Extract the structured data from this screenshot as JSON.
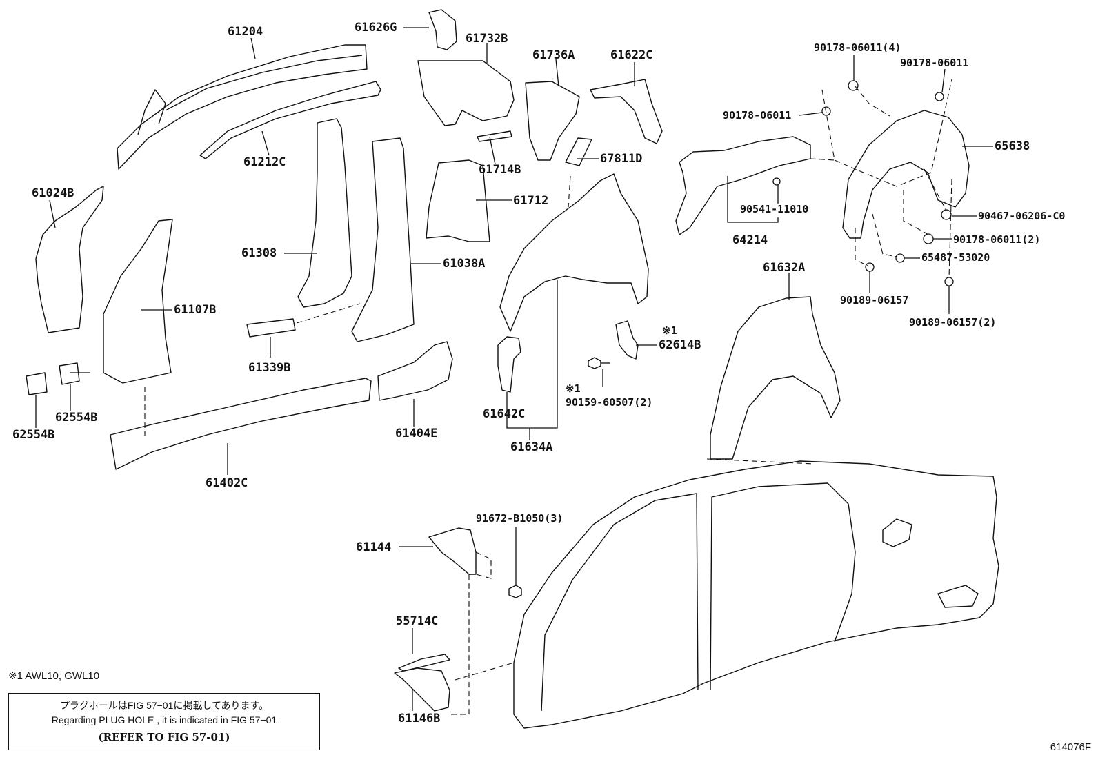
{
  "diagram_code": "614076F",
  "footnote": "※1 AWL10, GWL10",
  "notice": {
    "line_jp": "プラグホールはFIG 57−01に掲載してあります。",
    "line_en": "Regarding  PLUG  HOLE , it is indicated in FIG  57−01",
    "line_ref": "(REFER TO FIG 57-01)"
  },
  "parts": {
    "p61204": "61204",
    "p61626g": "61626G",
    "p61732b": "61732B",
    "p61736a": "61736A",
    "p61622c": "61622C",
    "p90178_06011_4": "90178-06011(4)",
    "p90178_06011_a": "90178-06011",
    "p90178_06011_b": "90178-06011",
    "p65638": "65638",
    "p61212c": "61212C",
    "p61714b": "61714B",
    "p67811d": "67811D",
    "p61024b": "61024B",
    "p61712": "61712",
    "p90541_11010": "90541-11010",
    "p64214": "64214",
    "p90467_06206": "90467-06206-C0",
    "p90178_06011_2": "90178-06011(2)",
    "p65487_53020": "65487-53020",
    "p61308": "61308",
    "p61038a": "61038A",
    "p61107b": "61107B",
    "p90189_06157": "90189-06157",
    "p90189_06157_2": "90189-06157(2)",
    "p61632a": "61632A",
    "mark1": "※1",
    "mark2": "※1",
    "p62614b": "62614B",
    "p61339b": "61339B",
    "p90159_60507": "90159-60507(2)",
    "p62554b_a": "62554B",
    "p62554b_b": "62554B",
    "p61642c": "61642C",
    "p61404e": "61404E",
    "p61634a": "61634A",
    "p61402c": "61402C",
    "p91672_b1050": "91672-B1050(3)",
    "p61144": "61144",
    "p55714c": "55714C",
    "p61146b": "61146B"
  }
}
